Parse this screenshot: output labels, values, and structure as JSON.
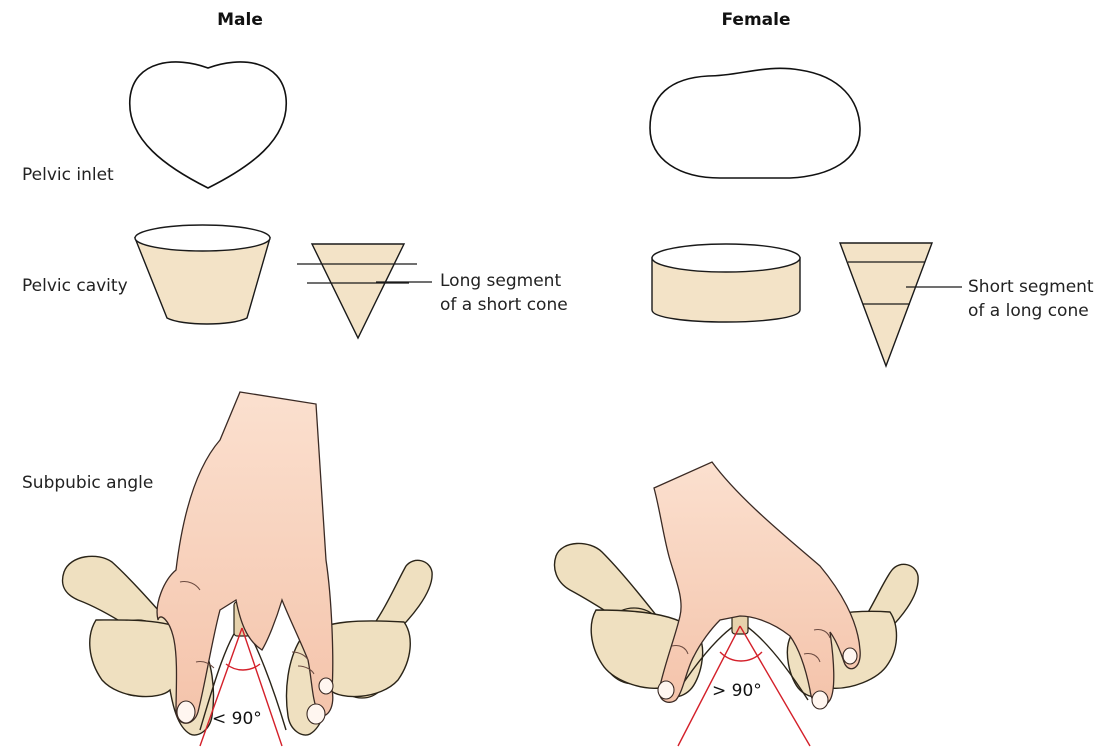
{
  "headers": {
    "male": "Male",
    "female": "Female"
  },
  "row_labels": {
    "inlet": "Pelvic inlet",
    "cavity": "Pelvic cavity",
    "subpubic": "Subpubic angle"
  },
  "male": {
    "cone_label_line1": "Long segment",
    "cone_label_line2": "of a short cone",
    "angle": "< 90°"
  },
  "female": {
    "cone_label_line1": "Short segment",
    "cone_label_line2": "of a long cone",
    "angle": "> 90°"
  },
  "colors": {
    "cone_fill": "#f3e3c7",
    "bone_fill": "#efe0c0",
    "skin_light": "#fbd9c4",
    "skin_dark": "#f2bda4",
    "angle_line": "#d4202a"
  }
}
